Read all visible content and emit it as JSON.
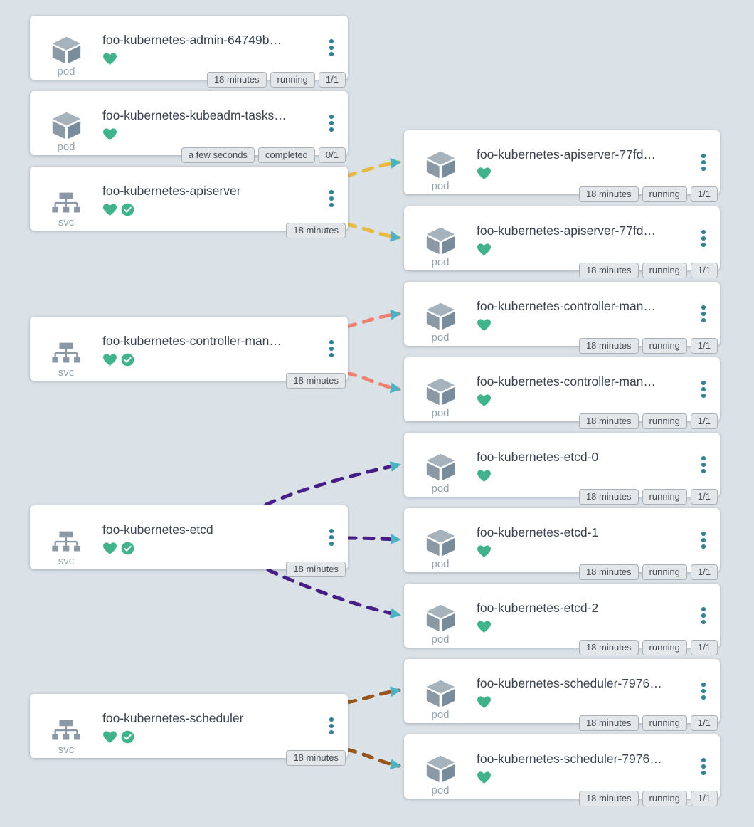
{
  "theme": {
    "background": "#dae1e7",
    "card_background": "#ffffff",
    "title_color": "#39424e",
    "kind_label_color": "#95a3ae",
    "badge_background": "#e4e7e9",
    "badge_border": "#a9b2ba",
    "health_green": "#40b38a",
    "kebab_teal": "#2d849b",
    "arrow_color": "#49b3c4"
  },
  "nodes": [
    {
      "id": "pod-admin",
      "kind": "pod",
      "title": "foo-kubernetes-admin-64749b…",
      "badges": [
        "18 minutes",
        "running",
        "1/1"
      ]
    },
    {
      "id": "pod-kubeadm-tasks",
      "kind": "pod",
      "title": "foo-kubernetes-kubeadm-tasks…",
      "badges": [
        "a few seconds",
        "completed",
        "0/1"
      ]
    },
    {
      "id": "svc-apiserver",
      "kind": "svc",
      "title": "foo-kubernetes-apiserver",
      "badges": [
        "18 minutes"
      ]
    },
    {
      "id": "svc-controller-manager",
      "kind": "svc",
      "title": "foo-kubernetes-controller-man…",
      "badges": [
        "18 minutes"
      ]
    },
    {
      "id": "svc-etcd",
      "kind": "svc",
      "title": "foo-kubernetes-etcd",
      "badges": [
        "18 minutes"
      ]
    },
    {
      "id": "svc-scheduler",
      "kind": "svc",
      "title": "foo-kubernetes-scheduler",
      "badges": [
        "18 minutes"
      ]
    },
    {
      "id": "pod-apiserver-1",
      "kind": "pod",
      "title": "foo-kubernetes-apiserver-77fd…",
      "badges": [
        "18 minutes",
        "running",
        "1/1"
      ]
    },
    {
      "id": "pod-apiserver-2",
      "kind": "pod",
      "title": "foo-kubernetes-apiserver-77fd…",
      "badges": [
        "18 minutes",
        "running",
        "1/1"
      ]
    },
    {
      "id": "pod-controller-1",
      "kind": "pod",
      "title": "foo-kubernetes-controller-man…",
      "badges": [
        "18 minutes",
        "running",
        "1/1"
      ]
    },
    {
      "id": "pod-controller-2",
      "kind": "pod",
      "title": "foo-kubernetes-controller-man…",
      "badges": [
        "18 minutes",
        "running",
        "1/1"
      ]
    },
    {
      "id": "pod-etcd-0",
      "kind": "pod",
      "title": "foo-kubernetes-etcd-0",
      "badges": [
        "18 minutes",
        "running",
        "1/1"
      ]
    },
    {
      "id": "pod-etcd-1",
      "kind": "pod",
      "title": "foo-kubernetes-etcd-1",
      "badges": [
        "18 minutes",
        "running",
        "1/1"
      ]
    },
    {
      "id": "pod-etcd-2",
      "kind": "pod",
      "title": "foo-kubernetes-etcd-2",
      "badges": [
        "18 minutes",
        "running",
        "1/1"
      ]
    },
    {
      "id": "pod-scheduler-1",
      "kind": "pod",
      "title": "foo-kubernetes-scheduler-7976…",
      "badges": [
        "18 minutes",
        "running",
        "1/1"
      ]
    },
    {
      "id": "pod-scheduler-2",
      "kind": "pod",
      "title": "foo-kubernetes-scheduler-7976…",
      "badges": [
        "18 minutes",
        "running",
        "1/1"
      ]
    }
  ],
  "edges": [
    {
      "from": "svc-apiserver",
      "to": "pod-apiserver-1",
      "color": "#e9b944"
    },
    {
      "from": "svc-apiserver",
      "to": "pod-apiserver-2",
      "color": "#e9b944"
    },
    {
      "from": "svc-controller-manager",
      "to": "pod-controller-1",
      "color": "#f08172"
    },
    {
      "from": "svc-controller-manager",
      "to": "pod-controller-2",
      "color": "#f08172"
    },
    {
      "from": "svc-etcd",
      "to": "pod-etcd-0",
      "color": "#471e87"
    },
    {
      "from": "svc-etcd",
      "to": "pod-etcd-1",
      "color": "#471e87"
    },
    {
      "from": "svc-etcd",
      "to": "pod-etcd-2",
      "color": "#471e87"
    },
    {
      "from": "svc-scheduler",
      "to": "pod-scheduler-1",
      "color": "#94561d"
    },
    {
      "from": "svc-scheduler",
      "to": "pod-scheduler-2",
      "color": "#94561d"
    }
  ]
}
